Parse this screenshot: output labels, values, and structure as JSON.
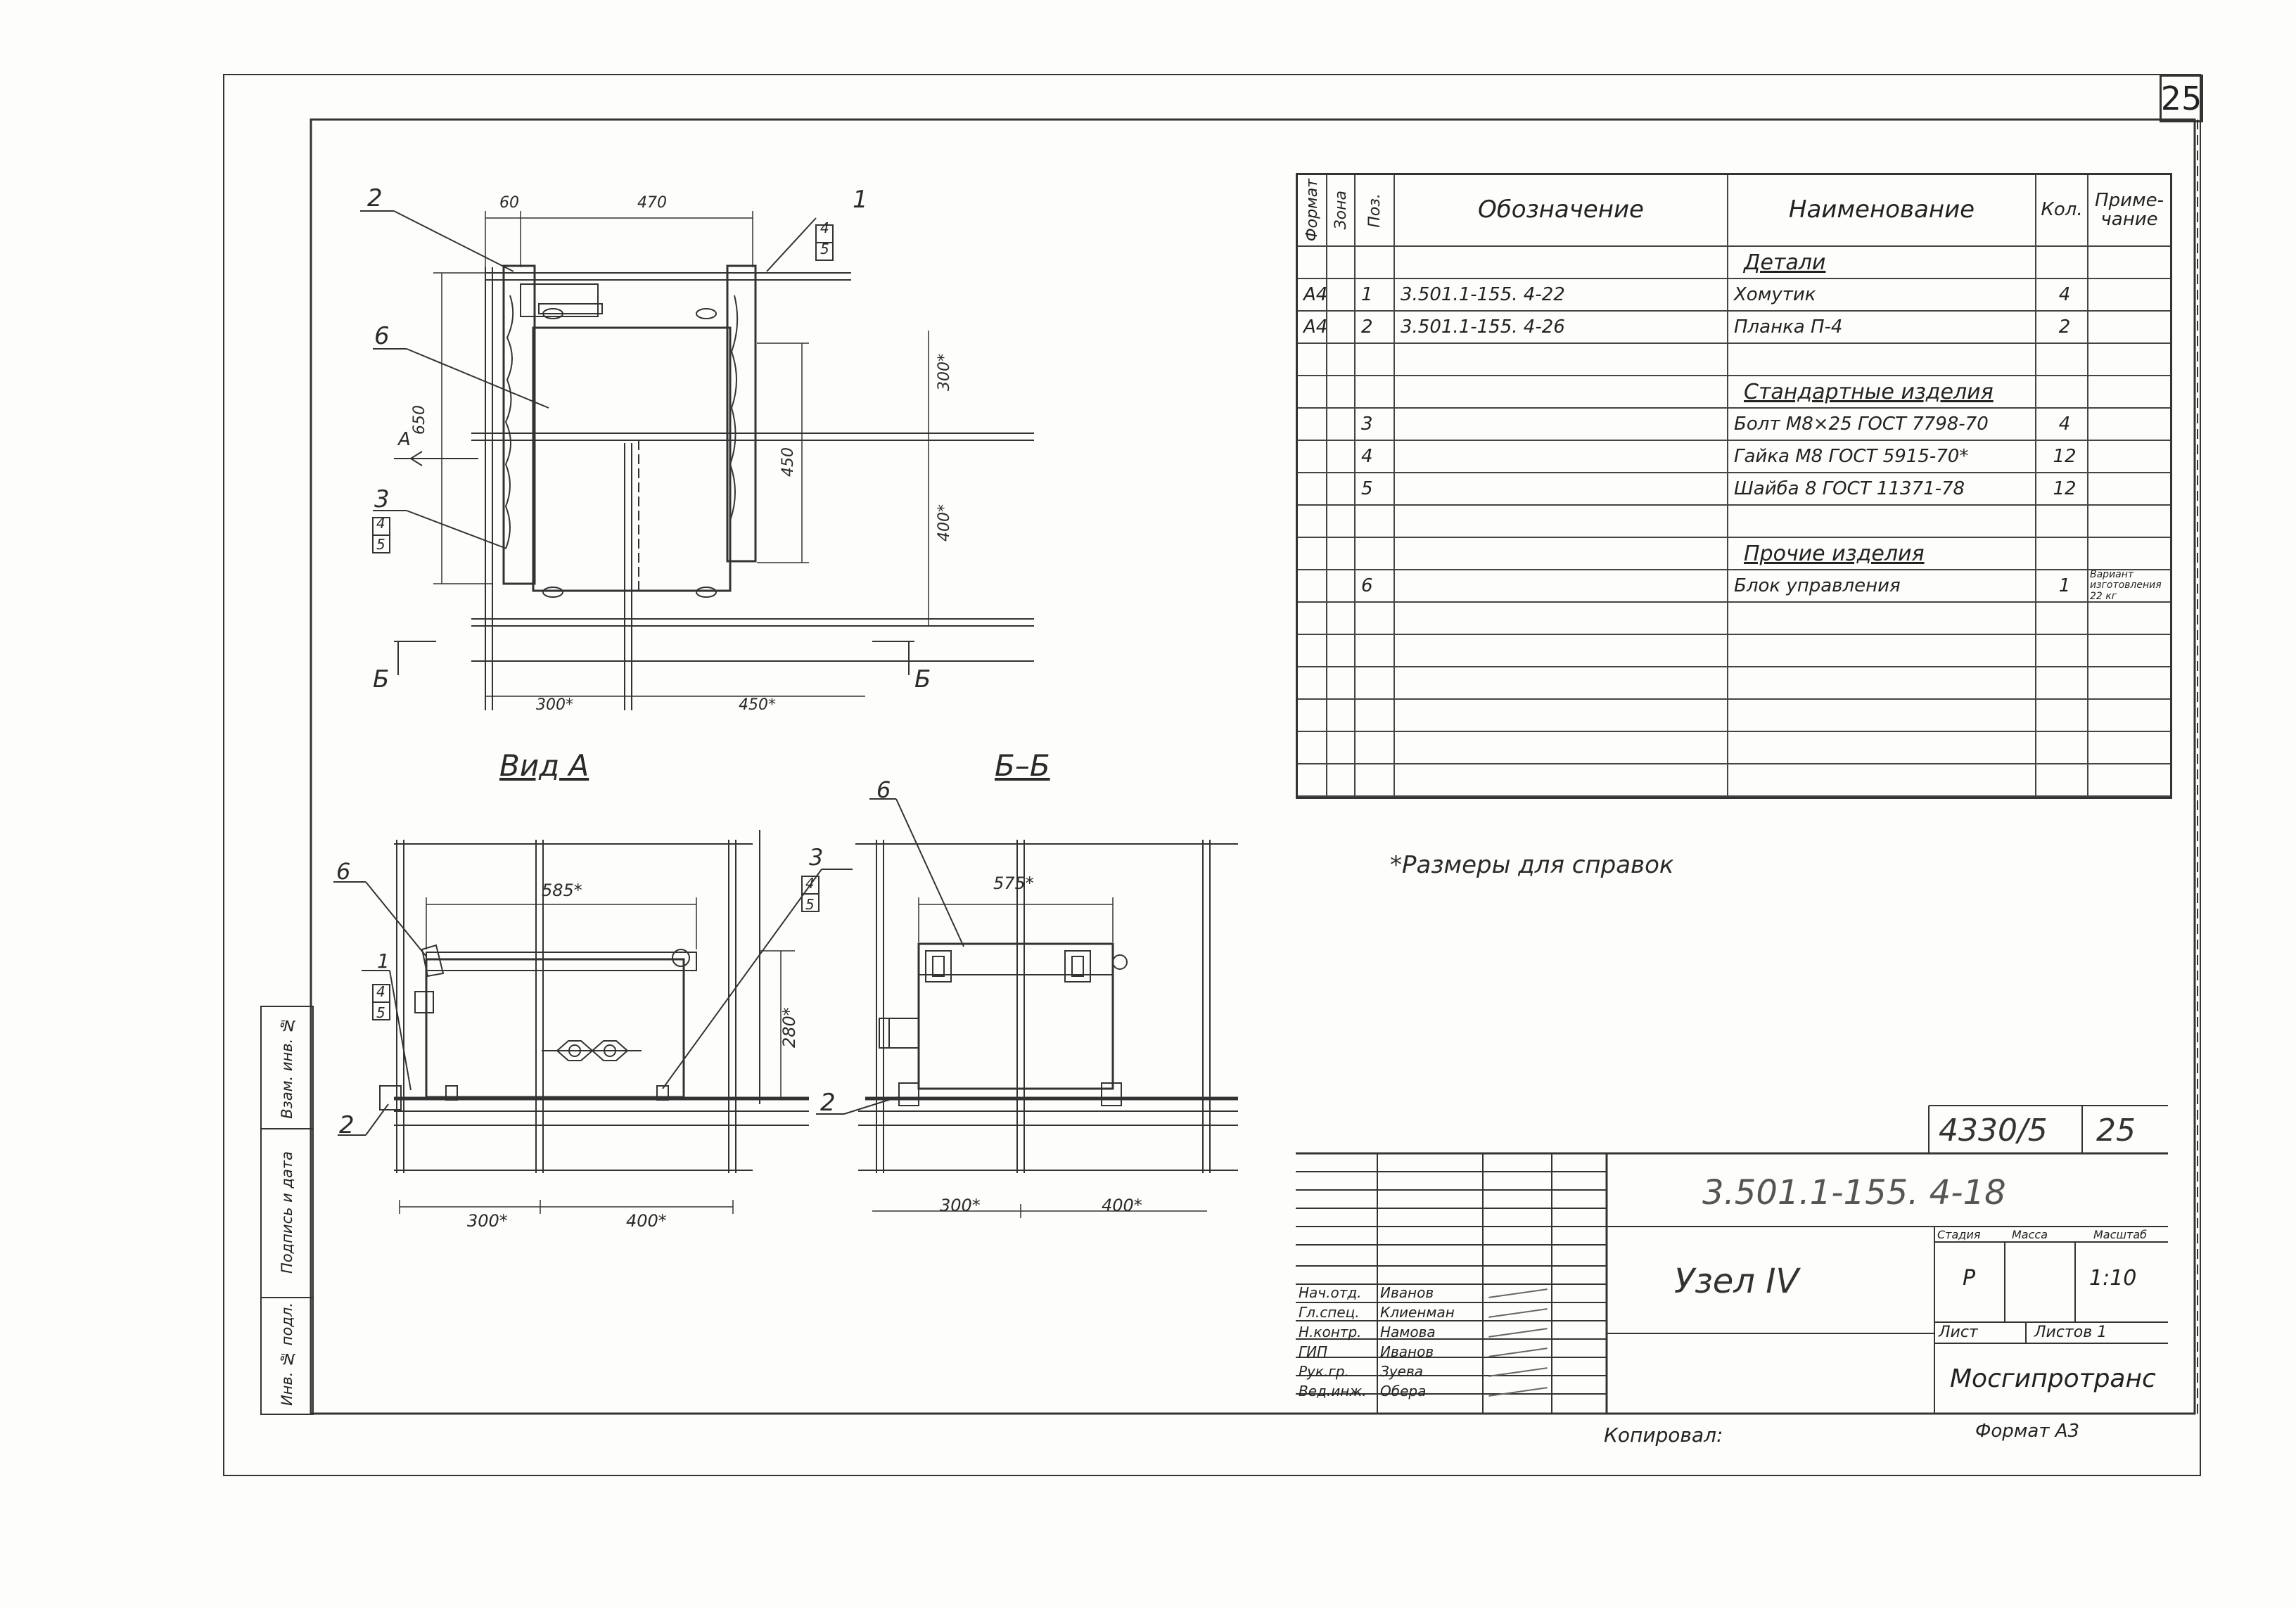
{
  "sheet_number": "25",
  "views": {
    "plan": {
      "leader_2": "2",
      "leader_1": "1",
      "frac_1": [
        "4",
        "5"
      ],
      "leader_6": "6",
      "leader_3": "3",
      "frac_3": [
        "4",
        "5"
      ],
      "section_mark_left": "Б",
      "section_mark_right": "Б",
      "view_arrow": "А",
      "dims": {
        "d60": "60",
        "d470": "470",
        "d650": "650",
        "d450": "450",
        "d300v": "300*",
        "d400v": "400*",
        "d300h": "300*",
        "d450h": "450*"
      }
    },
    "view_a": {
      "title": "Вид А",
      "leader_6": "6",
      "leader_1": "1",
      "frac_1": [
        "4",
        "5"
      ],
      "leader_2": "2",
      "leader_3": "3",
      "frac_3": [
        "4",
        "5"
      ],
      "dims": {
        "d585": "585*",
        "d280": "280*",
        "d300": "300*",
        "d400": "400*"
      }
    },
    "section_bb": {
      "title": "Б–Б",
      "leader_6": "6",
      "leader_2": "2",
      "dims": {
        "d575": "575*",
        "d300": "300*",
        "d400": "400*"
      }
    }
  },
  "spec_table": {
    "headers": {
      "format": "Формат",
      "zone": "Зона",
      "pos": "Поз.",
      "designation": "Обозначение",
      "name": "Наименование",
      "qty": "Кол.",
      "note": "Приме-чание"
    },
    "rows": [
      {
        "section": "Детали"
      },
      {
        "format": "А4",
        "pos": "1",
        "designation": "3.501.1-155. 4-22",
        "name": "Хомутик",
        "qty": "4"
      },
      {
        "format": "А4",
        "pos": "2",
        "designation": "3.501.1-155. 4-26",
        "name": "Планка П-4",
        "qty": "2"
      },
      {},
      {
        "section": "Стандартные изделия"
      },
      {
        "pos": "3",
        "name": "Болт М8×25 ГОСТ 7798-70",
        "qty": "4"
      },
      {
        "pos": "4",
        "name": "Гайка М8 ГОСТ 5915-70*",
        "qty": "12"
      },
      {
        "pos": "5",
        "name": "Шайба 8 ГОСТ 11371-78",
        "qty": "12"
      },
      {},
      {
        "section": "Прочие изделия"
      },
      {
        "pos": "6",
        "name": "Блок управления",
        "qty": "1",
        "note": "Вариант изготовления 22 кг"
      },
      {},
      {},
      {},
      {},
      {},
      {}
    ]
  },
  "footnote": "*Размеры для справок",
  "title_block": {
    "archive_no": "4330/5",
    "archive_sheet": "25",
    "designation": "3.501.1-155. 4-18",
    "title": "Узел IV",
    "stage_label": "Стадия",
    "mass_label": "Масса",
    "scale_label": "Масштаб",
    "stage": "Р",
    "scale": "1:10",
    "sheet_label": "Лист",
    "sheets_label": "Листов 1",
    "org": "Мосгипротранс",
    "signatures": [
      {
        "role": "Нач.отд.",
        "name": "Иванов"
      },
      {
        "role": "Гл.спец.",
        "name": "Клиенман"
      },
      {
        "role": "Н.контр.",
        "name": "Намова"
      },
      {
        "role": "ГИП",
        "name": "Иванов"
      },
      {
        "role": "Рук.гр.",
        "name": "Зуева"
      },
      {
        "role": "Вед.инж.",
        "name": "Обера"
      }
    ],
    "copied_by": "Копировал:",
    "format": "Формат А3"
  },
  "left_strip": {
    "inv_podl": "Инв. № подл.",
    "sign_date": "Подпись и дата",
    "vzam_inv": "Взам. инв. №"
  }
}
